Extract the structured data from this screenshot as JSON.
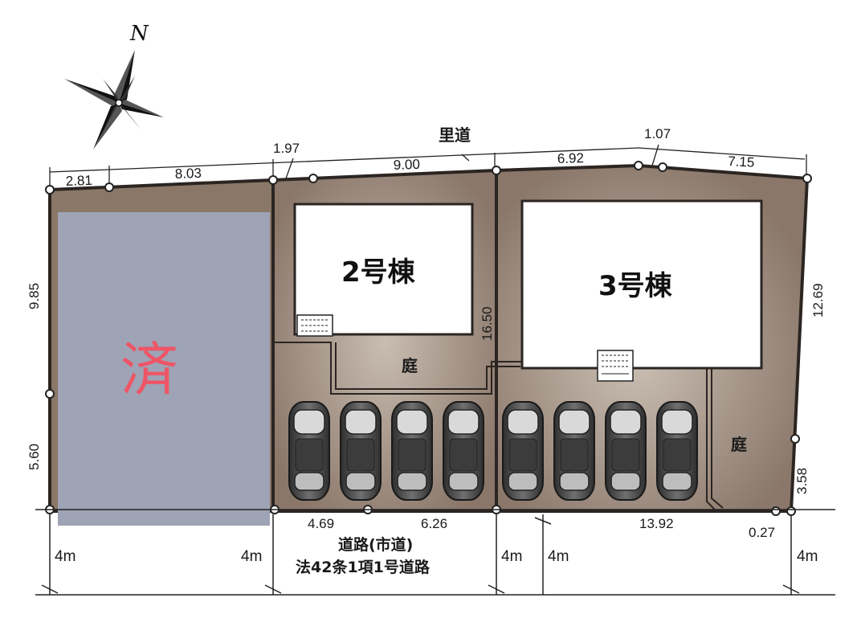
{
  "compass": {
    "north_label": "N",
    "icon": "compass-rose-icon"
  },
  "top_road_label": "里道",
  "boundary_dims": {
    "top": [
      "2.81",
      "8.03",
      "1.97",
      "9.00",
      "6.92",
      "1.07",
      "7.15"
    ],
    "left_upper": "9.85",
    "left_lower": "5.60",
    "right_upper": "12.69",
    "right_lower": "3.58",
    "divider": "16.50",
    "bottom": [
      "4.69",
      "6.26",
      "13.92",
      "0.27"
    ]
  },
  "lots": [
    {
      "id": "sold",
      "label": "済",
      "status": "sold"
    },
    {
      "id": "lot-2",
      "building_label": "2号棟",
      "garden_label": "庭",
      "parking_spaces": 4
    },
    {
      "id": "lot-3",
      "building_label": "3号棟",
      "garden_label": "庭",
      "parking_spaces": 4
    }
  ],
  "road": {
    "name_line1": "道路(市道)",
    "name_line2": "法42条1項1号道路",
    "widths": [
      "4m",
      "4m",
      "4m",
      "4m",
      "4m"
    ]
  },
  "colors": {
    "lot_fill": "#8d7a6a",
    "lot_highlight": "#c8bcb0",
    "sold_fill": "#9ea3b5",
    "sold_text": "#ee5566",
    "building_fill": "#ffffff",
    "car_body": "#4a4a4a"
  }
}
